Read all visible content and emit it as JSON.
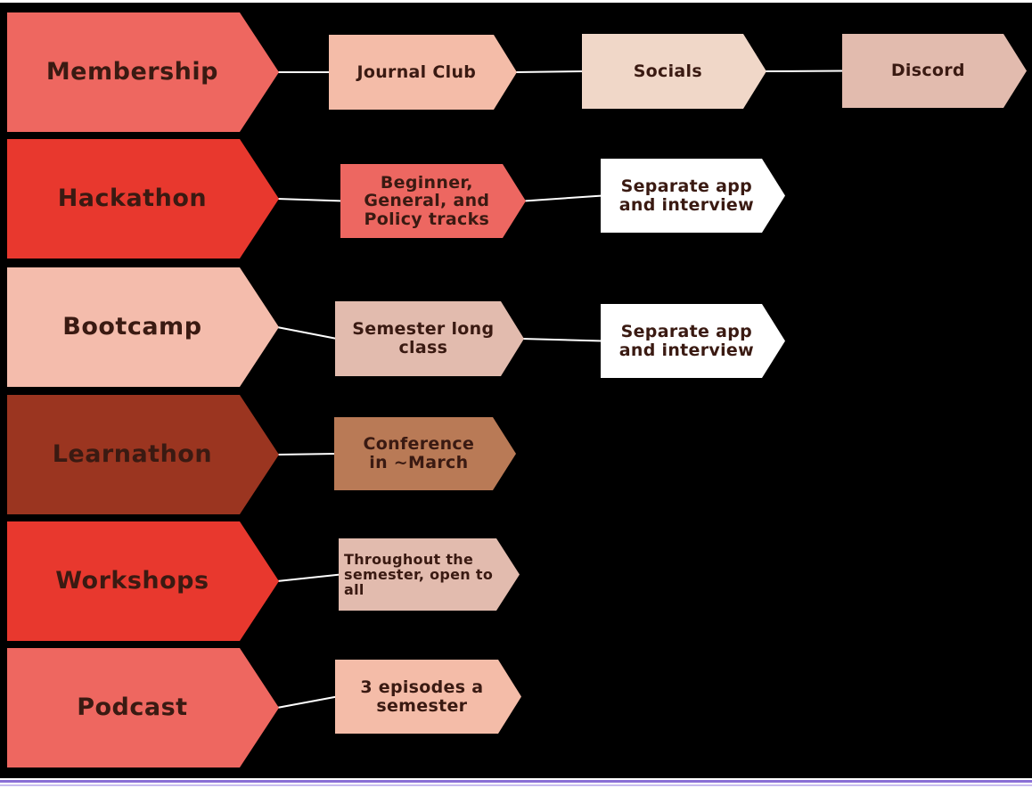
{
  "colors": {
    "background": "#000000",
    "connector": "#ffffff",
    "text": "#3a1a12"
  },
  "rows": [
    {
      "category": {
        "label": "Membership",
        "color": "#ee6760"
      },
      "items": [
        {
          "label": "Journal Club",
          "color": "#f4bca8"
        },
        {
          "label": "Socials",
          "color": "#f0d7c8"
        },
        {
          "label": "Discord",
          "color": "#e2bbae"
        }
      ]
    },
    {
      "category": {
        "label": "Hackathon",
        "color": "#e8382e"
      },
      "items": [
        {
          "label": "Beginner,\nGeneral, and\nPolicy tracks",
          "color": "#ed6761"
        },
        {
          "label": "Separate app\nand interview",
          "color": "#ffffff"
        }
      ]
    },
    {
      "category": {
        "label": "Bootcamp",
        "color": "#f4bcac"
      },
      "items": [
        {
          "label": "Semester long\nclass",
          "color": "#e2bbae"
        },
        {
          "label": "Separate app\nand interview",
          "color": "#ffffff"
        }
      ]
    },
    {
      "category": {
        "label": "Learnathon",
        "color": "#9b3520"
      },
      "items": [
        {
          "label": "Conference\nin ~March",
          "color": "#b97a56"
        }
      ]
    },
    {
      "category": {
        "label": "Workshops",
        "color": "#e8382e"
      },
      "items": [
        {
          "label": "Throughout the\nsemester, open to\nall",
          "color": "#e2bbae"
        }
      ]
    },
    {
      "category": {
        "label": "Podcast",
        "color": "#ee6760"
      },
      "items": [
        {
          "label": "3 episodes a\nsemester",
          "color": "#f4bca8"
        }
      ]
    }
  ]
}
